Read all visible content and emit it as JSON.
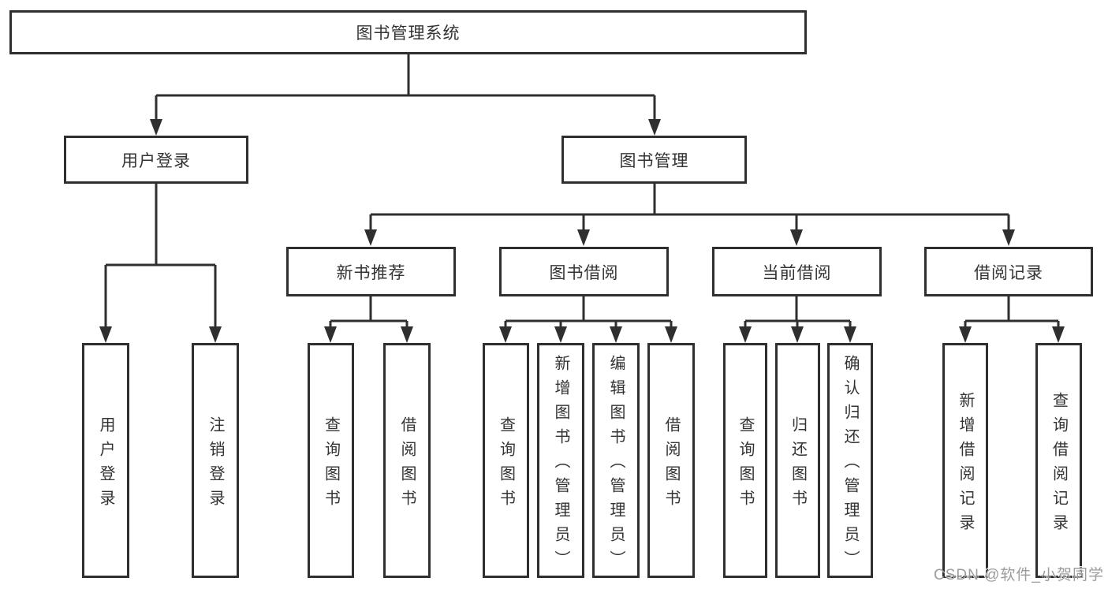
{
  "diagram_type": "functional-structure-tree",
  "tree": {
    "label": "图书管理系统",
    "children": [
      {
        "label": "用户登录",
        "children": [
          {
            "label": "用户登录"
          },
          {
            "label": "注销登录"
          }
        ]
      },
      {
        "label": "图书管理",
        "children": [
          {
            "label": "新书推荐",
            "children": [
              {
                "label": "查询图书"
              },
              {
                "label": "借阅图书"
              }
            ]
          },
          {
            "label": "图书借阅",
            "children": [
              {
                "label": "查询图书"
              },
              {
                "label": "新增图书（管理员）"
              },
              {
                "label": "编辑图书（管理员）"
              },
              {
                "label": "借阅图书"
              }
            ]
          },
          {
            "label": "当前借阅",
            "children": [
              {
                "label": "查询图书"
              },
              {
                "label": "归还图书"
              },
              {
                "label": "确认归还（管理员）"
              }
            ]
          },
          {
            "label": "借阅记录",
            "children": [
              {
                "label": "新增借阅记录"
              },
              {
                "label": "查询借阅记录"
              }
            ]
          }
        ]
      }
    ]
  },
  "watermark": {
    "text": "CSDN @软件_小贺同学"
  },
  "colors": {
    "line": "#2f2f2f",
    "box_border": "#2f2f2f",
    "text": "#333333",
    "background": "#ffffff",
    "watermark": "#9c9c9c"
  }
}
